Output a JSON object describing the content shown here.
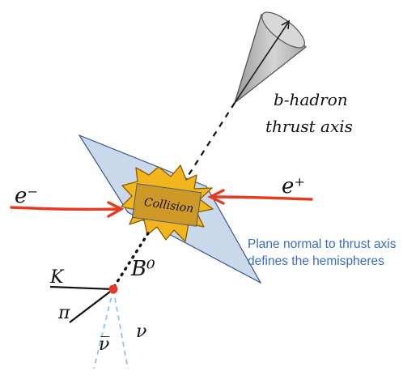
{
  "labels": {
    "b_hadron": "b-hadron",
    "thrust_axis": "thrust axis",
    "electron": "e⁻",
    "positron": "e⁺",
    "collision": "Collision",
    "b_meson": "B⁰",
    "kaon": "K",
    "pion": "π",
    "neutrino": "ν",
    "antineutrino": "ν̅",
    "plane_note_line1": "Plane normal to thrust axis",
    "plane_note_line2": "defines the hemispheres"
  },
  "colors": {
    "beam_arrow": "#e63a22",
    "plane_fill": "#c8d6ec",
    "plane_stroke": "#2f4d86",
    "burst_fill": "#f3b51c",
    "burst_stroke": "#8a5a00",
    "collision_box": "#c9952b",
    "cone_fill": "#b8b8b8",
    "cone_stroke": "#555555",
    "decay_vertex": "#e8362a",
    "neutrino_lines": "#8fc3e6",
    "caption_text": "#3a6cc6"
  }
}
